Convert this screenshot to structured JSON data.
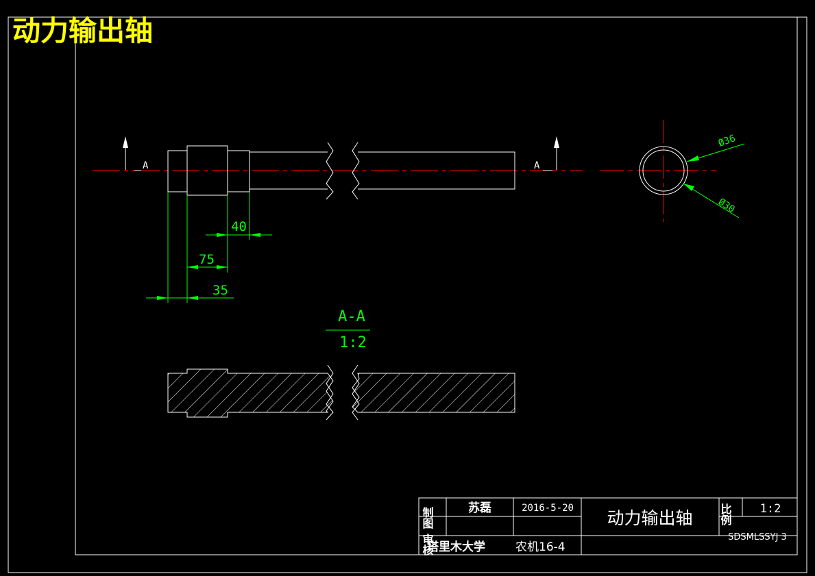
{
  "title_overlay": "动力输出轴",
  "section": {
    "label_left": "A",
    "label_right": "A",
    "view_title": "A-A",
    "view_scale": "1:2"
  },
  "dimensions": {
    "d40": "40",
    "d75": "75",
    "d35": "35",
    "dia_outer": "Ø36",
    "dia_inner": "Ø30"
  },
  "title_block": {
    "label_drawn": "制图",
    "label_check": "审核",
    "drawer_name": "苏磊",
    "date": "2016-5-20",
    "part_name": "动力输出轴",
    "label_scale": "比例",
    "scale_value": "1:2",
    "school": "塔里木大学",
    "class_name": "农机16-4",
    "drawing_code": "SDSMLSSYJ 3"
  },
  "colors": {
    "background": "#000000",
    "outline": "#ffffff",
    "centerline": "#ff0000",
    "dimension": "#00ff00",
    "title_overlay": "#ffff00"
  }
}
